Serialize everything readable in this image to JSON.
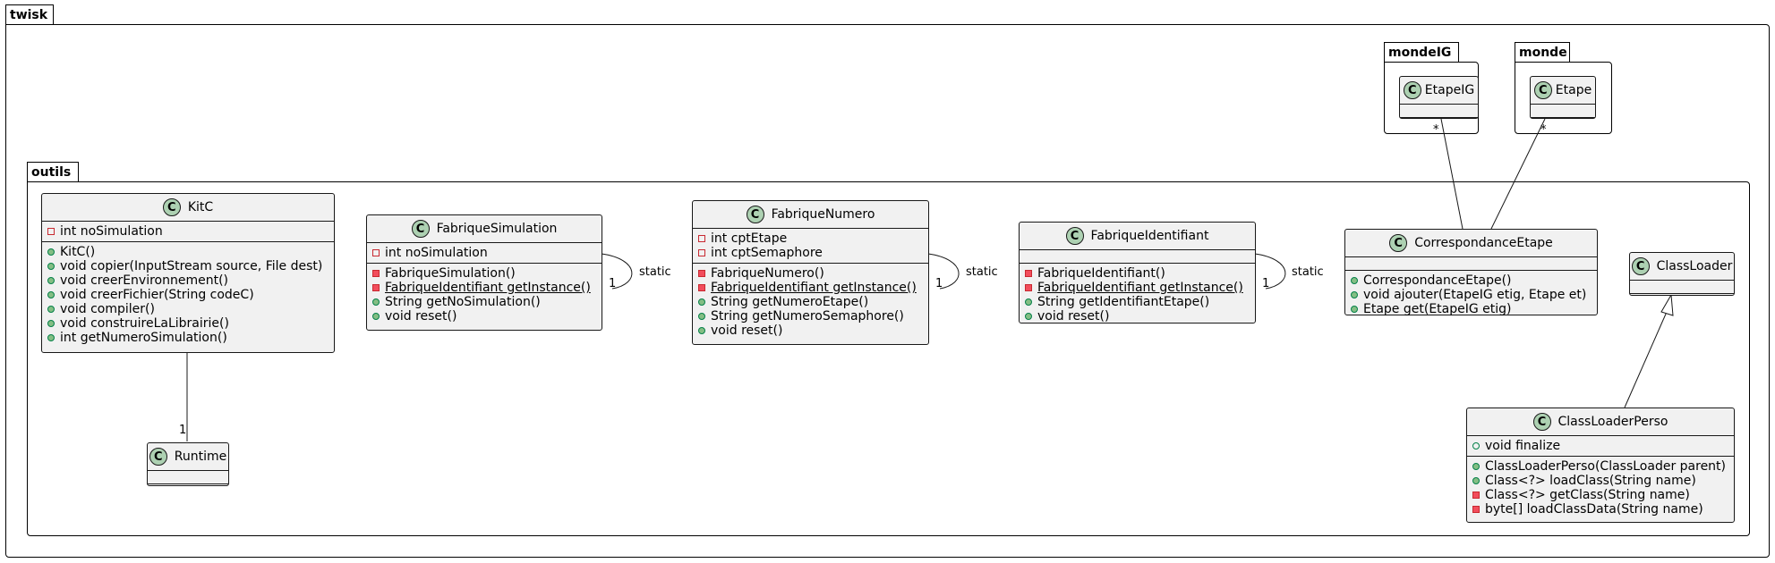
{
  "packages": {
    "twisk": "twisk",
    "outils": "outils",
    "mondeIG": "mondeIG",
    "monde": "monde"
  },
  "stereotype_letter": "C",
  "classes": {
    "kitc": {
      "name": "KitC",
      "fields": [
        "int noSimulation"
      ],
      "methods": [
        "KitC()",
        "void copier(InputStream source, File dest)",
        "void creerEnvironnement()",
        "void creerFichier(String codeC)",
        "void compiler()",
        "void construireLaLibrairie()",
        "int getNumeroSimulation()"
      ]
    },
    "runtime": {
      "name": "Runtime"
    },
    "fabriqueSimulation": {
      "name": "FabriqueSimulation",
      "fields": [
        "int noSimulation"
      ],
      "methods": [
        "FabriqueSimulation()",
        "FabriqueIdentifiant getInstance()",
        "String getNoSimulation()",
        "void reset()"
      ]
    },
    "fabriqueNumero": {
      "name": "FabriqueNumero",
      "fields": [
        "int cptEtape",
        "int cptSemaphore"
      ],
      "methods": [
        "FabriqueNumero()",
        "FabriqueIdentifiant getInstance()",
        "String getNumeroEtape()",
        "String getNumeroSemaphore()",
        "void reset()"
      ]
    },
    "fabriqueIdentifiant": {
      "name": "FabriqueIdentifiant",
      "methods": [
        "FabriqueIdentifiant()",
        "FabriqueIdentifiant getInstance()",
        "String getIdentifiantEtape()",
        "void reset()"
      ]
    },
    "correspondanceEtape": {
      "name": "CorrespondanceEtape",
      "methods": [
        "CorrespondanceEtape()",
        "void ajouter(EtapeIG etig, Etape et)",
        "Etape get(EtapeIG etig)"
      ]
    },
    "classLoader": {
      "name": "ClassLoader"
    },
    "classLoaderPerso": {
      "name": "ClassLoaderPerso",
      "fields": [
        "void finalize"
      ],
      "methods": [
        "ClassLoaderPerso(ClassLoader parent)",
        "Class<?> loadClass(String name)",
        "Class<?> getClass(String name)",
        "byte[] loadClassData(String name)"
      ]
    },
    "etapeIG": {
      "name": "EtapeIG"
    },
    "etape": {
      "name": "Etape"
    }
  },
  "relations": {
    "static_label": "static",
    "one": "1",
    "many": "*"
  }
}
